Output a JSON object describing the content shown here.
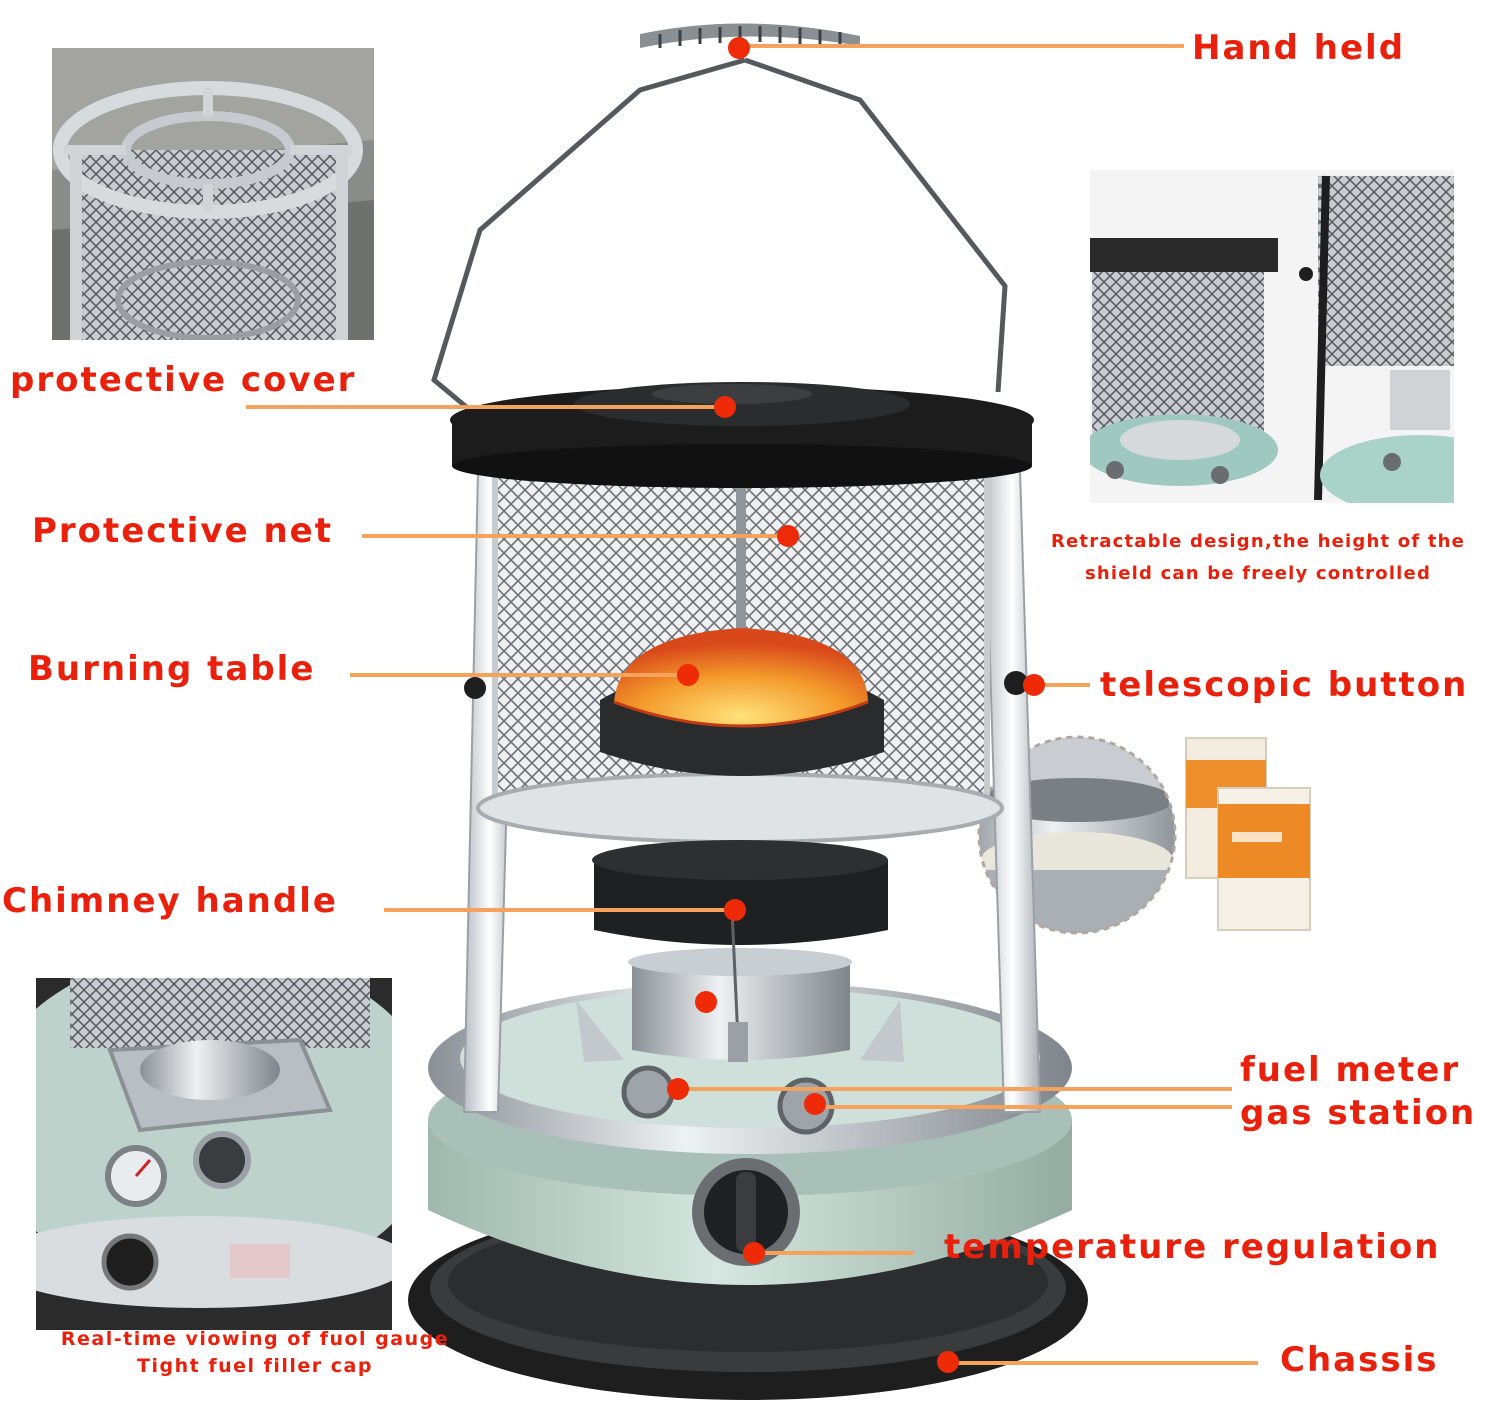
{
  "labels": {
    "hand_held": "Hand held",
    "protective_cover": "protective cover",
    "protective_net": "Protective net",
    "burning_table": "Burning table",
    "telescopic_button": "telescopic button",
    "chimney_handle": "Chimney handle",
    "fuel_meter": "fuel meter",
    "gas_station": "gas station",
    "temperature_regulation": "temperature regulation",
    "chassis": "Chassis"
  },
  "notes": {
    "retractable_line1": "Retractable design,the height of the",
    "retractable_line2": "shield can be freely controlled",
    "fuel_gauge_line1": "Real-time viowing of fuol gauge",
    "fuel_gauge_line2": "Tight fuel filler cap"
  },
  "colors": {
    "label_text": "#e8200c",
    "leader_line": "#f5a35c",
    "marker_dot": "#ee2a07",
    "stove_body": "#c4d8d0",
    "lid": "#1c1c1c",
    "flame": "#f39a2b"
  }
}
